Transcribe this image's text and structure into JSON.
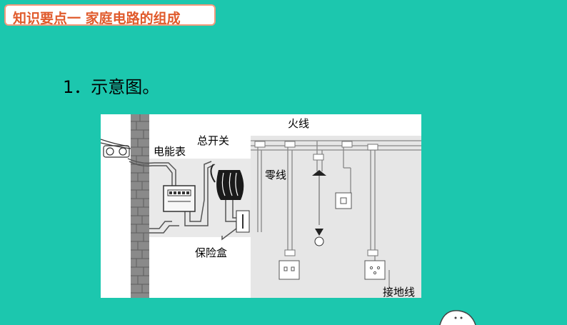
{
  "slide": {
    "title": "知识要点一 家庭电路的组成",
    "heading": "1．示意图。"
  },
  "diagram": {
    "labels": {
      "meter": "电能表",
      "main_switch": "总开关",
      "live_wire": "火线",
      "neutral_wire": "零线",
      "fuse_box": "保险盒",
      "ground_wire": "接地线"
    }
  },
  "colors": {
    "background": "#1cc7ae",
    "title_text": "#e05a2b",
    "title_border": "#f39a7c"
  }
}
